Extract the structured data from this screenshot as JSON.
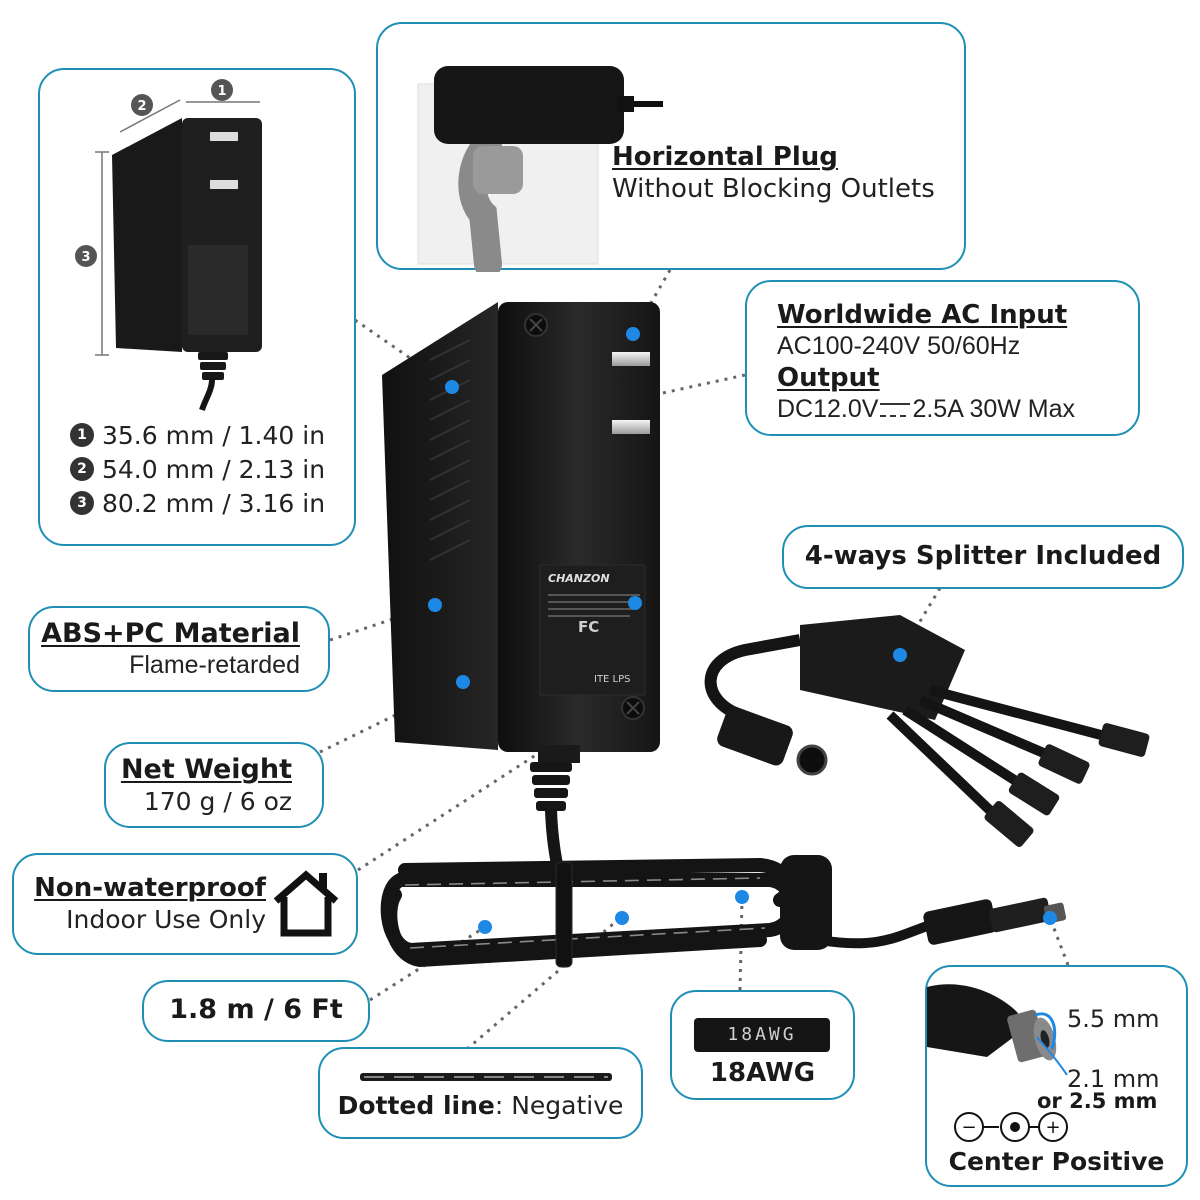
{
  "dimensions": {
    "label_1": "1",
    "label_2": "2",
    "label_3": "3",
    "lines": [
      {
        "num": "1",
        "text": "35.6 mm / 1.40 in"
      },
      {
        "num": "2",
        "text": "54.0 mm / 2.13 in"
      },
      {
        "num": "3",
        "text": "80.2 mm / 3.16 in"
      }
    ]
  },
  "horizontal_plug": {
    "title": "Horizontal Plug",
    "subtitle": "Without Blocking Outlets"
  },
  "ac_input": {
    "title": "Worldwide AC Input",
    "input_spec": "AC100-240V 50/60Hz",
    "output_title": "Output",
    "output_voltage": "DC12.0V",
    "output_rest": "2.5A 30W Max"
  },
  "splitter": {
    "title": "4-ways Splitter Included"
  },
  "material": {
    "title": "ABS+PC Material",
    "subtitle": "Flame-retarded"
  },
  "weight": {
    "title": "Net Weight",
    "value": "170 g / 6 oz"
  },
  "waterproof": {
    "title": "Non-waterproof",
    "subtitle": "Indoor Use Only"
  },
  "length": {
    "value": "1.8 m / 6 Ft"
  },
  "dotted": {
    "bold": "Dotted line",
    "rest": ": Negative"
  },
  "awg": {
    "cable_print": "18AWG",
    "label": "18AWG"
  },
  "connector": {
    "outer": "5.5 mm",
    "inner": "2.1 mm",
    "or_word": "or",
    "alt": "2.5 mm",
    "polarity": "Center Positive"
  },
  "adapter_label": {
    "brand": "CHANZON",
    "ite": "ITE LPS"
  },
  "colors": {
    "accent": "#1f8fb5",
    "dot": "#1e88e5",
    "device": "#1c1c1c"
  }
}
